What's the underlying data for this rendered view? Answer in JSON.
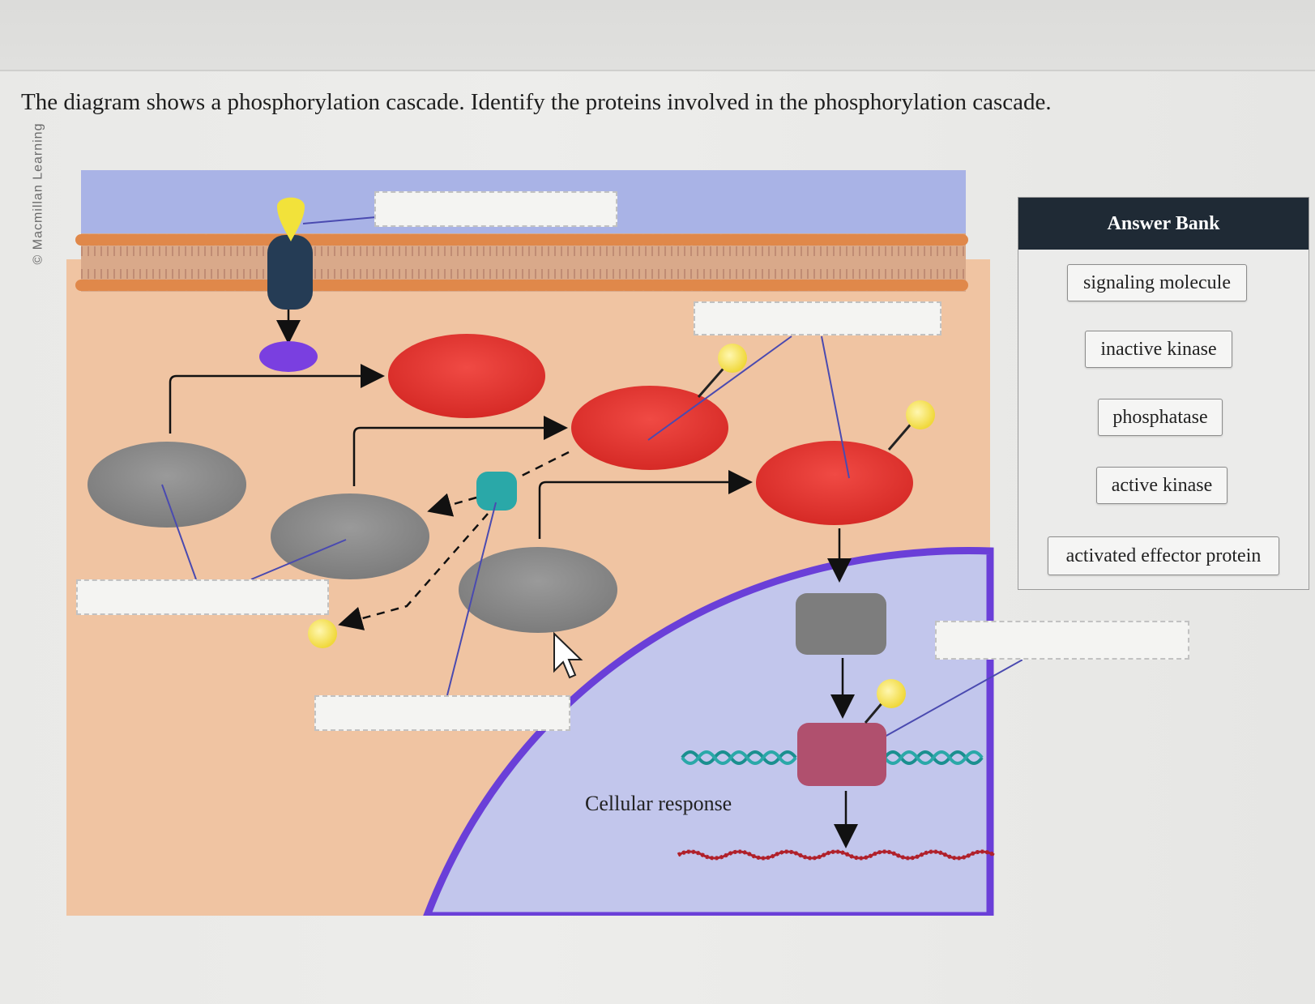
{
  "side_text": "© Macmillan Learning",
  "question": "The diagram shows a phosphorylation cascade. Identify the proteins involved in the phosphorylation cascade.",
  "diagram": {
    "cellular_response_label": "Cellular response",
    "drop_targets": [
      "",
      "",
      "",
      "",
      ""
    ]
  },
  "answer_bank": {
    "title": "Answer Bank",
    "items": [
      "signaling molecule",
      "inactive kinase",
      "phosphatase",
      "active kinase",
      "activated effector protein"
    ]
  },
  "colors": {
    "cytoplasm": "#f0c4a2",
    "extracellular": "#a9b3e6",
    "nucleus": "#c2c6ec",
    "nuclear_envelope": "#6a3fd8",
    "active_kinase": "#e0312f",
    "inactive_kinase": "#8a8a8a",
    "phosphate": "#f5e04a",
    "phosphatase": "#2aa8a8",
    "effector": "#b0506e",
    "receptor": "#253c55",
    "bank_header": "#1f2a35"
  }
}
